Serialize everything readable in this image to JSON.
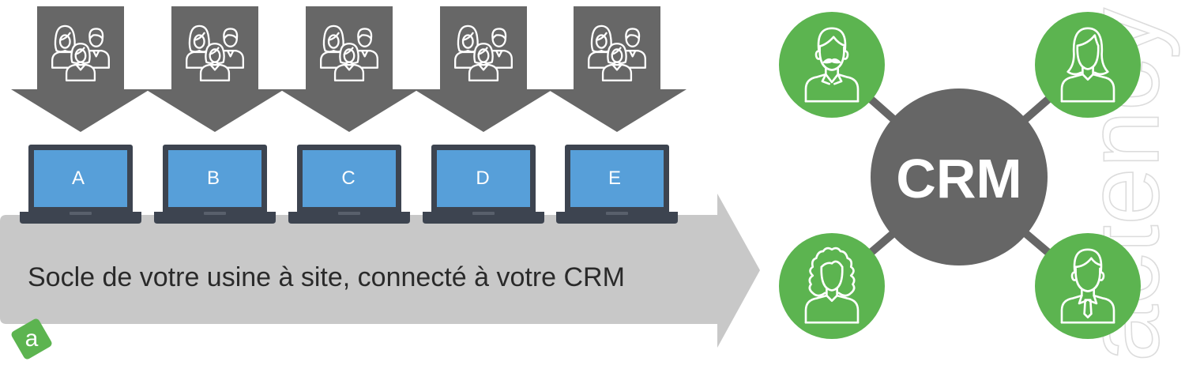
{
  "colors": {
    "arrow_gray": "#676767",
    "laptop_frame": "#3d4450",
    "laptop_notch": "#59606c",
    "screen_blue": "#579fd9",
    "platform_gray": "#c8c8c8",
    "platform_text": "#2a2a2a",
    "hub_gray": "#666666",
    "contact_green": "#5cb450",
    "logo_green": "#5cb450",
    "icon_white": "#ffffff",
    "watermark": "#dcdcdc"
  },
  "input_arrows": [
    {
      "icon": "people-group-icon"
    },
    {
      "icon": "people-group-icon"
    },
    {
      "icon": "people-group-icon"
    },
    {
      "icon": "people-group-icon"
    },
    {
      "icon": "people-group-icon"
    }
  ],
  "laptops": [
    {
      "label": "A",
      "icon": "laptop-icon"
    },
    {
      "label": "B",
      "icon": "laptop-icon"
    },
    {
      "label": "C",
      "icon": "laptop-icon"
    },
    {
      "label": "D",
      "icon": "laptop-icon"
    },
    {
      "label": "E",
      "icon": "laptop-icon"
    }
  ],
  "platform": {
    "label": "Socle de votre usine à site, connecté à votre CRM",
    "icon": "arrow-right-icon"
  },
  "crm_hub": {
    "label": "CRM"
  },
  "contacts": [
    {
      "icon": "man-mustache-icon"
    },
    {
      "icon": "woman-icon"
    },
    {
      "icon": "woman-curly-hair-icon"
    },
    {
      "icon": "man-tie-icon"
    }
  ],
  "logo": {
    "letter": "a"
  },
  "watermark": {
    "text": "actency"
  }
}
